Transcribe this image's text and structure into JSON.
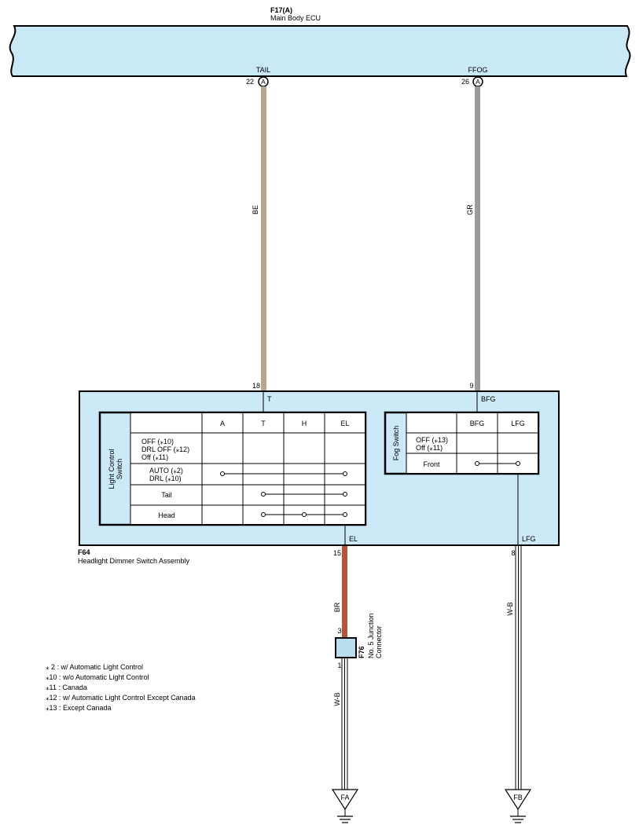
{
  "ecu": {
    "code": "F17(A)",
    "name": "Main Body ECU",
    "pins": [
      {
        "terminal": "TAIL",
        "pin": "22",
        "connector": "A"
      },
      {
        "terminal": "FFOG",
        "pin": "26",
        "connector": "A"
      }
    ]
  },
  "wires": {
    "tail": {
      "color_code": "BE",
      "color": "#b7a58e",
      "pin_bottom": "18",
      "terminal": "T"
    },
    "ffog": {
      "color_code": "GR",
      "color": "#9c9c9c",
      "pin_bottom": "9",
      "terminal": "BFG"
    },
    "el": {
      "color_code": "BR",
      "color": "#b7553a",
      "pin": "15",
      "terminal": "EL"
    },
    "lfg": {
      "color_code": "W-B",
      "pin": "8",
      "terminal": "LFG"
    },
    "fa_lower": {
      "color_code": "W-B"
    }
  },
  "switch_assembly": {
    "code": "F64",
    "name": "Headlight Dimmer Switch Assembly",
    "box_color": "#cbe9f6",
    "light_control": {
      "label_line1": "Light Control",
      "label_line2": "Switch",
      "columns": [
        "A",
        "T",
        "H",
        "EL"
      ],
      "rows": [
        {
          "lines": [
            "OFF (⁎10)",
            "DRL OFF (⁎12)",
            "Off (⁎11)"
          ]
        },
        {
          "lines": [
            "AUTO (⁎2)",
            "DRL (⁎10)"
          ]
        },
        {
          "lines": [
            "Tail"
          ]
        },
        {
          "lines": [
            "Head"
          ]
        }
      ]
    },
    "fog": {
      "label": "Fog Switch",
      "columns": [
        "BFG",
        "LFG"
      ],
      "rows": [
        {
          "lines": [
            "OFF (⁎13)",
            "Off (⁎11)"
          ]
        },
        {
          "lines": [
            "Front"
          ]
        }
      ]
    }
  },
  "junction": {
    "code": "F76",
    "name_line1": "No. 5 Junction",
    "name_line2": "Connector",
    "pin_top": "3",
    "pin_bottom": "1"
  },
  "grounds": [
    {
      "label": "FA"
    },
    {
      "label": "FB"
    }
  ],
  "notes": [
    "⁎ 2 : w/ Automatic Light Control",
    "⁎10 : w/o Automatic Light Control",
    "⁎11 : Canada",
    "⁎12 : w/ Automatic Light Control Except Canada",
    "⁎13 : Except Canada"
  ],
  "colors": {
    "ecu_fill": "#c9e9f7",
    "junction_fill": "#b9dfee"
  }
}
